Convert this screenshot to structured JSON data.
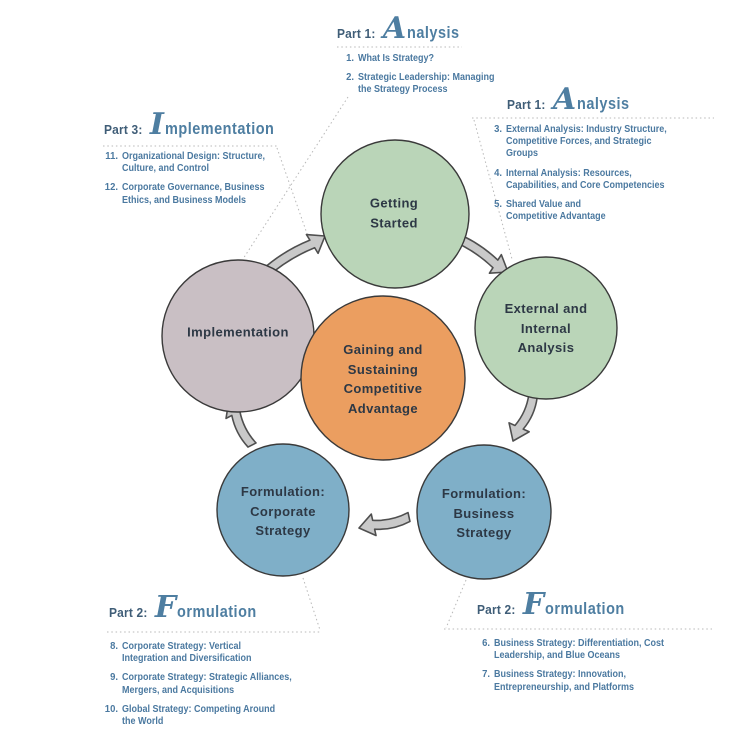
{
  "title": "AFI Strategy Framework",
  "colors": {
    "green": "#bad5b8",
    "orange": "#eb9e60",
    "blue": "#7fafc8",
    "mauve": "#c9bfc4",
    "circle_stroke": "#3a3a3a",
    "circle_text": "#2d3845",
    "heading_prefix": "#3f5d77",
    "heading_main": "#4e7ea1",
    "item_text": "#4b79a0",
    "arrow_fill": "#c9c9c9",
    "arrow_stroke": "#4f4f4f",
    "dotted_line": "#b8b8b8",
    "background": "#ffffff"
  },
  "circles": {
    "getting_started": {
      "label": "Getting\nStarted"
    },
    "external_internal": {
      "label": "External and\nInternal\nAnalysis"
    },
    "center": {
      "label": "Gaining and\nSustaining\nCompetitive\nAdvantage"
    },
    "implementation": {
      "label": "Implementation"
    },
    "corporate": {
      "label": "Formulation:\nCorporate\nStrategy"
    },
    "business": {
      "label": "Formulation:\nBusiness\nStrategy"
    }
  },
  "labels": {
    "top": {
      "prefix": "Part 1:",
      "big": "A",
      "rest": "nalysis",
      "items": [
        {
          "num": "1.",
          "text": "What Is Strategy?"
        },
        {
          "num": "2.",
          "text": "Strategic Leadership: Managing\nthe Strategy Process"
        }
      ]
    },
    "right": {
      "prefix": "Part 1:",
      "big": "A",
      "rest": "nalysis",
      "items": [
        {
          "num": "3.",
          "text": "External Analysis: Industry Structure,\nCompetitive Forces, and Strategic\nGroups"
        },
        {
          "num": "4.",
          "text": "Internal Analysis: Resources,\nCapabilities, and Core Competencies"
        },
        {
          "num": "5.",
          "text": "Shared Value and\nCompetitive Advantage"
        }
      ]
    },
    "left": {
      "prefix": "Part 3:",
      "big": "I",
      "rest": "mplementation",
      "items": [
        {
          "num": "11.",
          "text": "Organizational Design: Structure,\nCulture, and Control"
        },
        {
          "num": "12.",
          "text": "Corporate Governance, Business\nEthics, and Business Models"
        }
      ]
    },
    "bottom_left": {
      "prefix": "Part 2:",
      "big": "F",
      "rest": "ormulation",
      "items": [
        {
          "num": "8.",
          "text": "Corporate Strategy: Vertical\nIntegration and Diversification"
        },
        {
          "num": "9.",
          "text": "Corporate Strategy: Strategic Alliances,\nMergers, and Acquisitions"
        },
        {
          "num": "10.",
          "text": "Global Strategy: Competing Around\nthe World"
        }
      ]
    },
    "bottom_right": {
      "prefix": "Part 2:",
      "big": "F",
      "rest": "ormulation",
      "items": [
        {
          "num": "6.",
          "text": "Business Strategy: Differentiation, Cost\nLeadership, and Blue Oceans"
        },
        {
          "num": "7.",
          "text": "Business Strategy: Innovation,\nEntrepreneurship, and Platforms"
        }
      ]
    }
  }
}
